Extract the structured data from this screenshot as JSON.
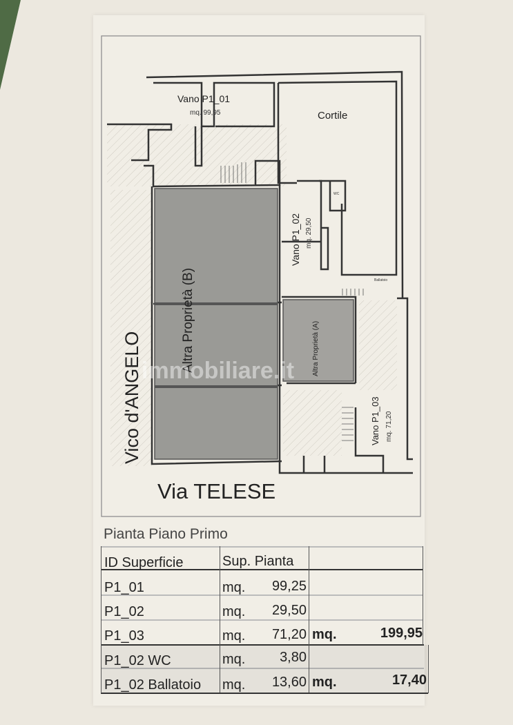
{
  "plan": {
    "rooms": {
      "p1_01_label": "Vano P1_01",
      "p1_01_area": "mq. 99,95",
      "cortile": "Cortile",
      "p1_02_label": "Vano P1_02",
      "p1_02_area": "mq. 29,50",
      "wc": "WC",
      "ballatoio": "Ballatoio",
      "altra_b": "Altra Proprietà (B)",
      "altra_a": "Altra Proprietà (A)",
      "p1_03_label": "Vano P1_03",
      "p1_03_area": "mq. 71,20"
    },
    "streets": {
      "vico": "Vico d'ANGELO",
      "via": "Via TELESE"
    },
    "watermark": "immobiliare.it"
  },
  "table": {
    "title": "Pianta Piano Primo",
    "headers": [
      "ID Superficie",
      "Sup. Pianta"
    ],
    "rows": [
      {
        "id": "P1_01",
        "unit": "mq.",
        "value": "99,25",
        "total_unit": "",
        "total": ""
      },
      {
        "id": "P1_02",
        "unit": "mq.",
        "value": "29,50",
        "total_unit": "",
        "total": ""
      },
      {
        "id": "P1_03",
        "unit": "mq.",
        "value": "71,20",
        "total_unit": "mq.",
        "total": "199,95"
      },
      {
        "id": "P1_02 WC",
        "unit": "mq.",
        "value": "3,80",
        "total_unit": "",
        "total": ""
      },
      {
        "id": "P1_02 Ballatoio",
        "unit": "mq.",
        "value": "13,60",
        "total_unit": "mq.",
        "total": "17,40"
      }
    ]
  },
  "colors": {
    "paper": "#f1eee6",
    "shaded_area": "#9a9a96",
    "background_fabric": "#4f6b45"
  }
}
